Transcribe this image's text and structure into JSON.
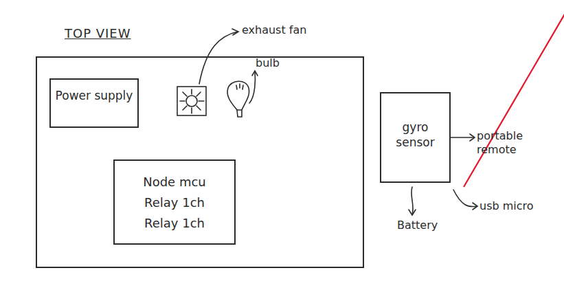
{
  "diagram": {
    "nodes": [
      {
        "text": [
          "TOP VIEW"
        ]
      },
      {
        "text": [
          "Power supply"
        ],
        "in": 0
      },
      {
        "text": [
          "Node mcu",
          "Relay 1ch",
          "Relay 1ch"
        ],
        "in": 0
      },
      {
        "text": [
          "gyro sensor"
        ]
      }
    ],
    "labels": [
      "exhaust fan",
      "bulb",
      "portable remote",
      "Battery",
      "usb micro"
    ]
  }
}
